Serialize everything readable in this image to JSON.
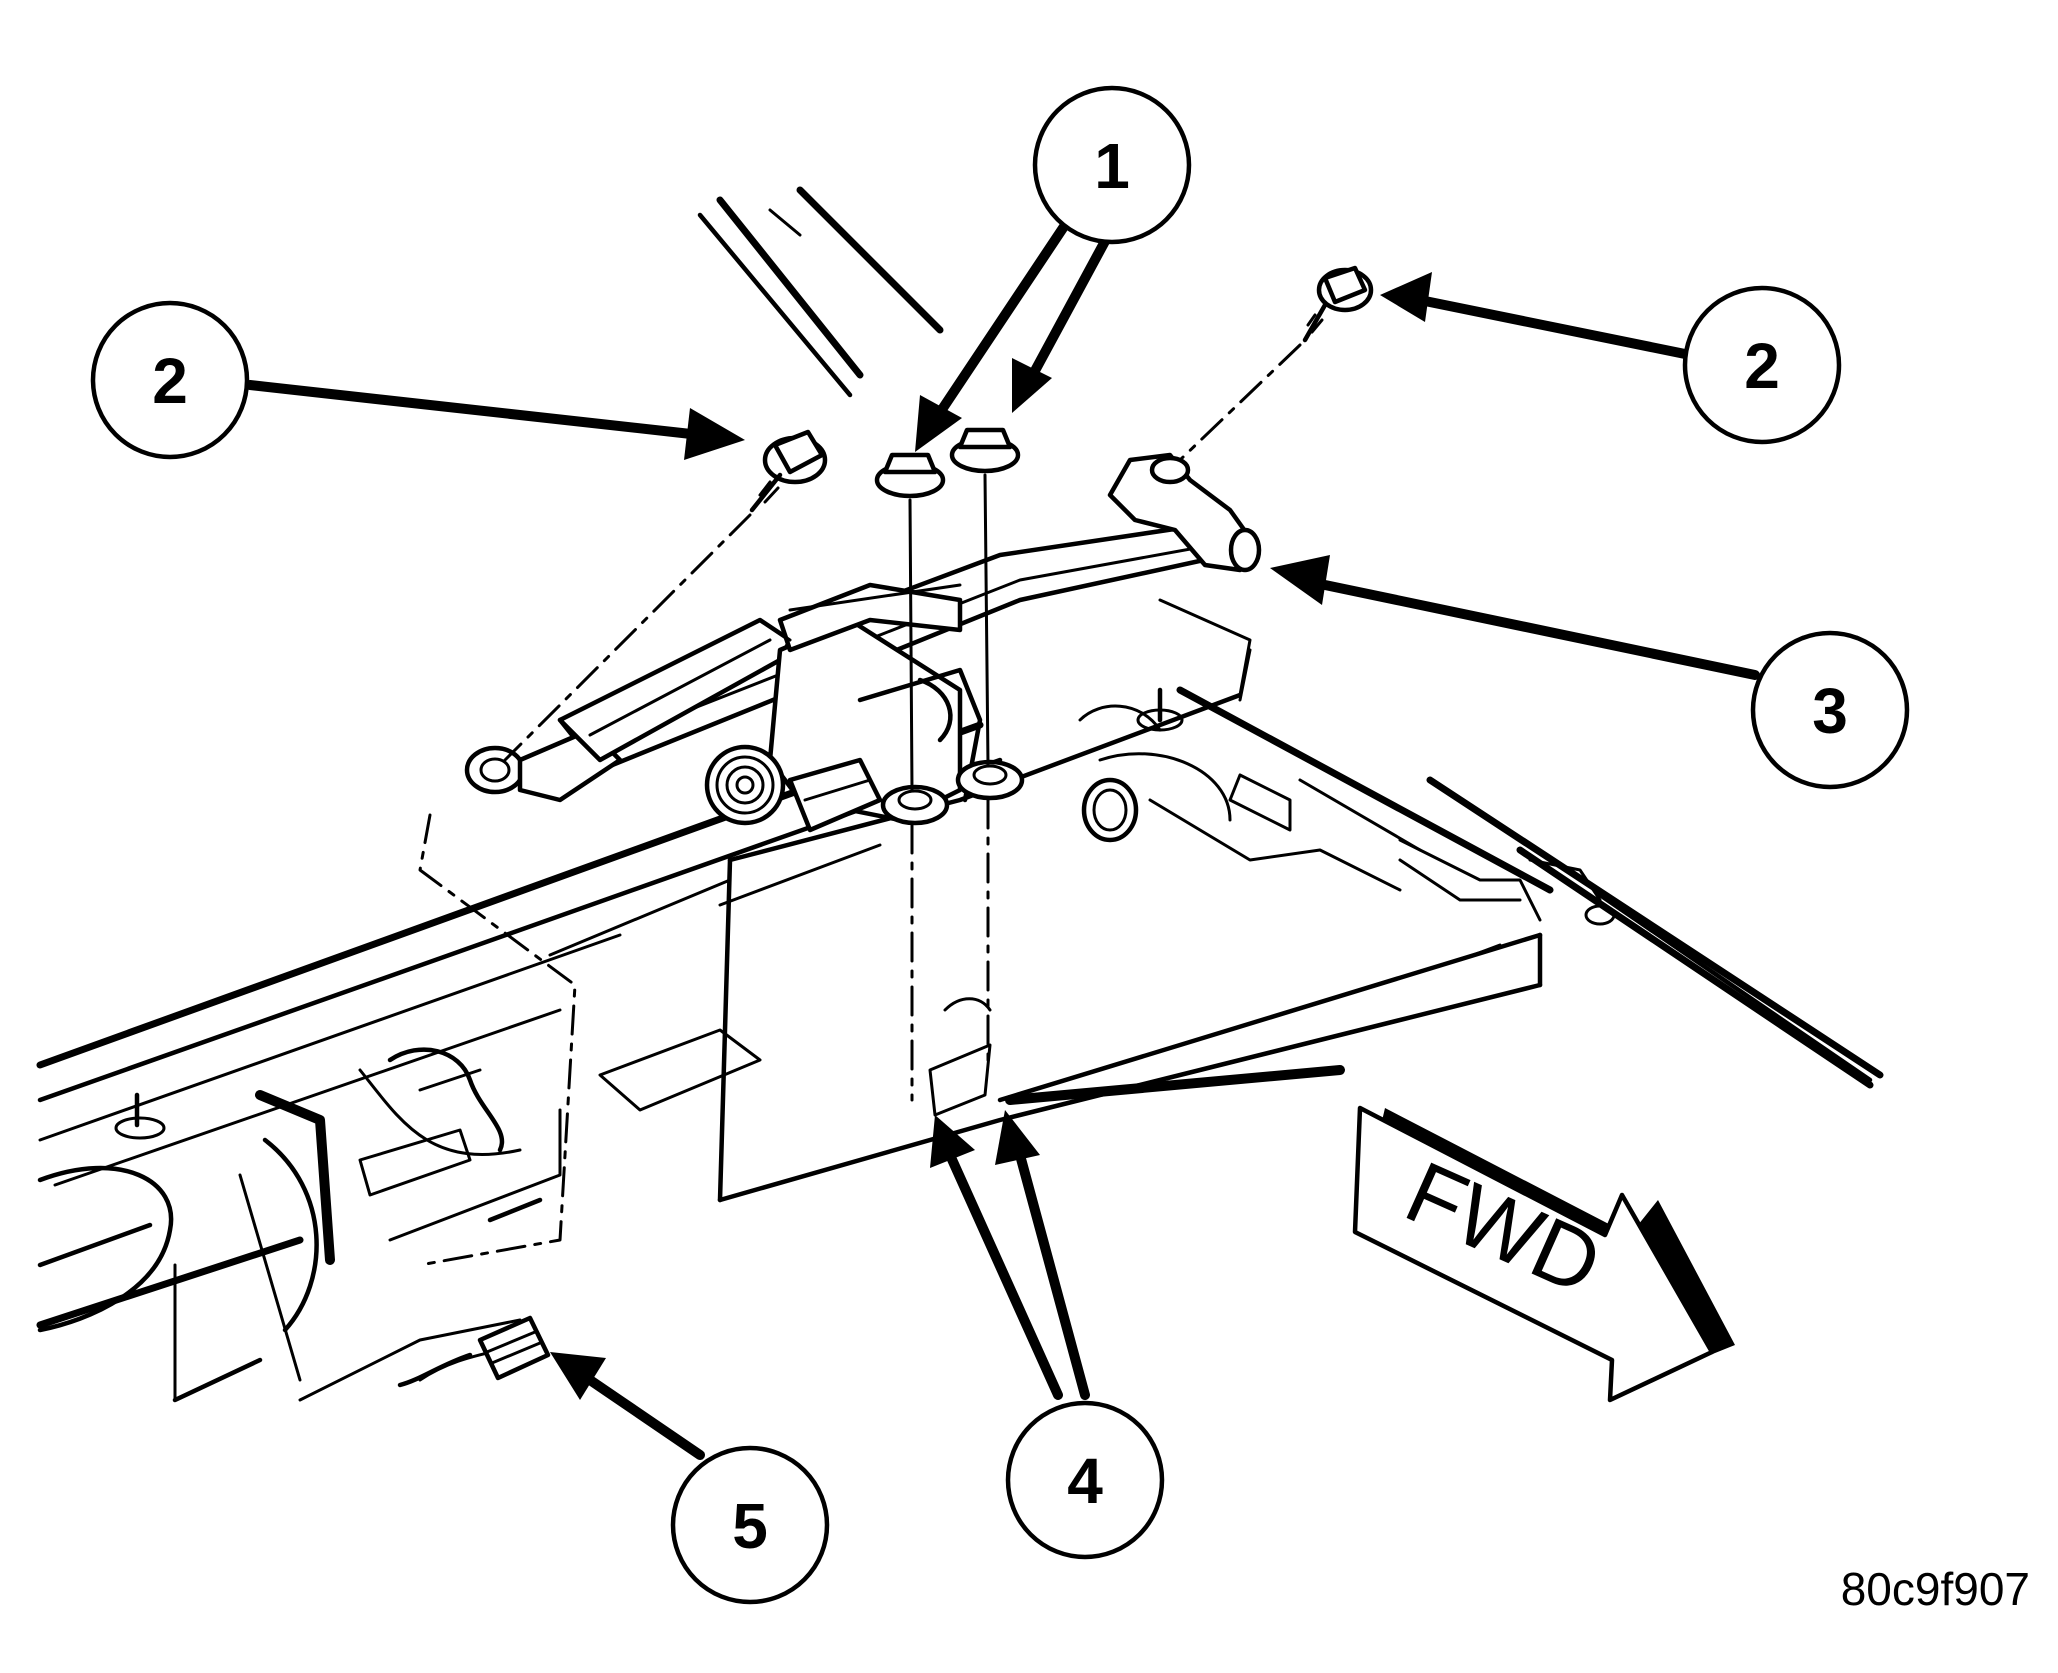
{
  "figure": {
    "id_label": "80c9f907",
    "direction_label": "FWD"
  },
  "callouts": [
    {
      "number": "1"
    },
    {
      "number": "2"
    },
    {
      "number": "2"
    },
    {
      "number": "3"
    },
    {
      "number": "4"
    },
    {
      "number": "5"
    }
  ],
  "colors": {
    "line": "#000000",
    "background": "#ffffff"
  }
}
